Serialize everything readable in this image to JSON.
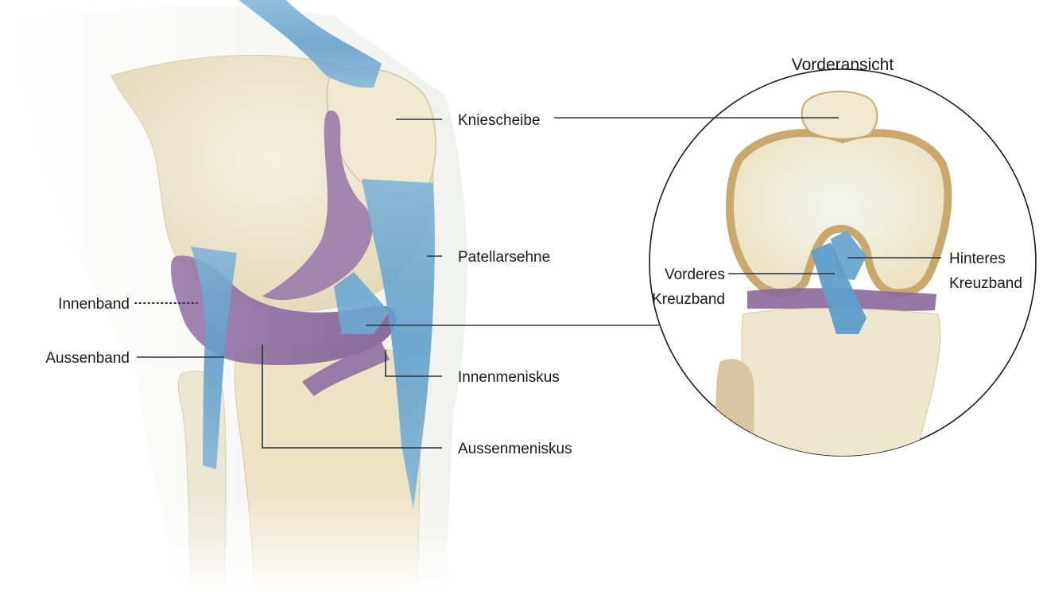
{
  "inset": {
    "title": "Vorderansicht",
    "labels": {
      "vorderes_kreuzband": [
        "Vorderes",
        "Kreuzband"
      ],
      "hinteres_kreuzband": [
        "Hinteres",
        "Kreuzband"
      ]
    }
  },
  "labels": {
    "kniescheibe": "Kniescheibe",
    "patellarsehne": "Patellarsehne",
    "innenband": "Innenband",
    "aussenband": "Aussenband",
    "innenmeniskus": "Innenmeniskus",
    "aussenmeniskus": "Aussenmeniskus"
  },
  "colors": {
    "bone": "#ede5cc",
    "bone_shadow": "#d8c7a0",
    "cartilage": "#c9a86b",
    "ligament": "#6aa7d0",
    "meniscus": "#8b6b9c",
    "line": "#2b3340"
  }
}
